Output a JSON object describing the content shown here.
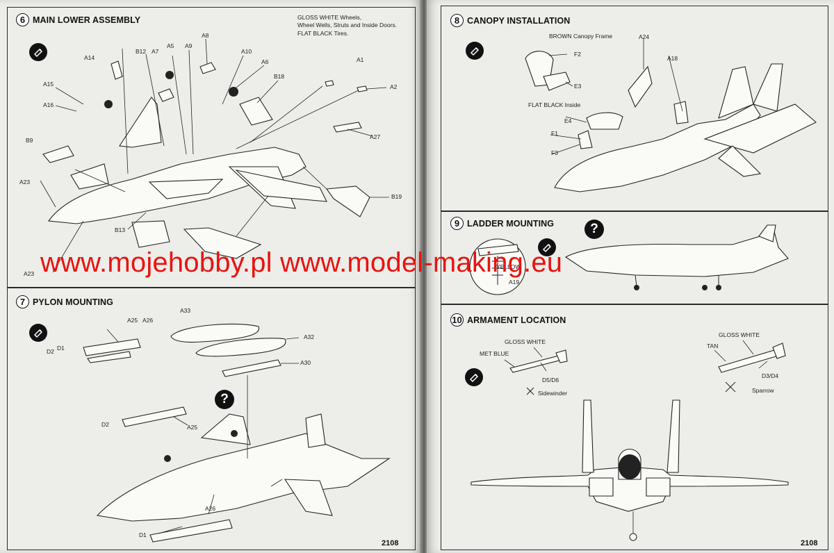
{
  "left_page": {
    "catalog_number": "2108",
    "step6": {
      "number": "6",
      "title": "MAIN LOWER ASSEMBLY",
      "note_line1": "GLOSS WHITE Wheels,",
      "note_line2": "Wheel Wells, Struts and Inside Doors.",
      "note_line3": "FLAT BLACK Tires.",
      "labels": {
        "a14": "A14",
        "b12": "B12",
        "a7": "A7",
        "a5": "A5",
        "a9": "A9",
        "a8": "A8",
        "a10": "A10",
        "a6": "A6",
        "b18": "B18",
        "a1": "A1",
        "a2": "A2",
        "a15": "A15",
        "a16": "A16",
        "a27": "A27",
        "b9": "B9",
        "a23_top": "A23",
        "b19": "B19",
        "b13": "B13",
        "a23_bottom": "A23"
      }
    },
    "step7": {
      "number": "7",
      "title": "PYLON MOUNTING",
      "labels": {
        "a25_top": "A25",
        "a26_top": "A26",
        "d2_top": "D2",
        "d1_top": "D1",
        "a33": "A33",
        "a32": "A32",
        "a30": "A30",
        "d2_mid": "D2",
        "a25_mid": "A25",
        "a26_bottom": "A26",
        "d1_bottom": "D1"
      }
    }
  },
  "right_page": {
    "catalog_number": "2108",
    "step8": {
      "number": "8",
      "title": "CANOPY INSTALLATION",
      "labels": {
        "brown_frame": "BROWN Canopy Frame",
        "f2": "F2",
        "e3": "E3",
        "flat_black": "FLAT BLACK Inside",
        "e4": "E4",
        "f1": "F1",
        "f3": "F3",
        "a24": "A24",
        "a18": "A18"
      }
    },
    "step9": {
      "number": "9",
      "title": "LADDER MOUNTING",
      "labels": {
        "yellow": "YELLOW",
        "a19": "A19"
      }
    },
    "step10": {
      "number": "10",
      "title": "ARMAMENT LOCATION",
      "labels": {
        "gloss_white_left": "GLOSS WHITE",
        "met_blue": "MET BLUE",
        "d5d6": "D5/D6",
        "sidewinder": "Sidewinder",
        "gloss_white_right": "GLOSS WHITE",
        "tan": "TAN",
        "d3d4": "D3/D4",
        "sparrow": "Sparrow"
      }
    }
  },
  "watermark": "www.mojehobby.pl www.model-making.eu",
  "icons": {
    "paint": "paint-bottle-icon",
    "question": "question-mark-icon",
    "sidewinder_marker": "crosshair-marker-icon",
    "sparrow_marker": "crosshair-marker-icon"
  }
}
